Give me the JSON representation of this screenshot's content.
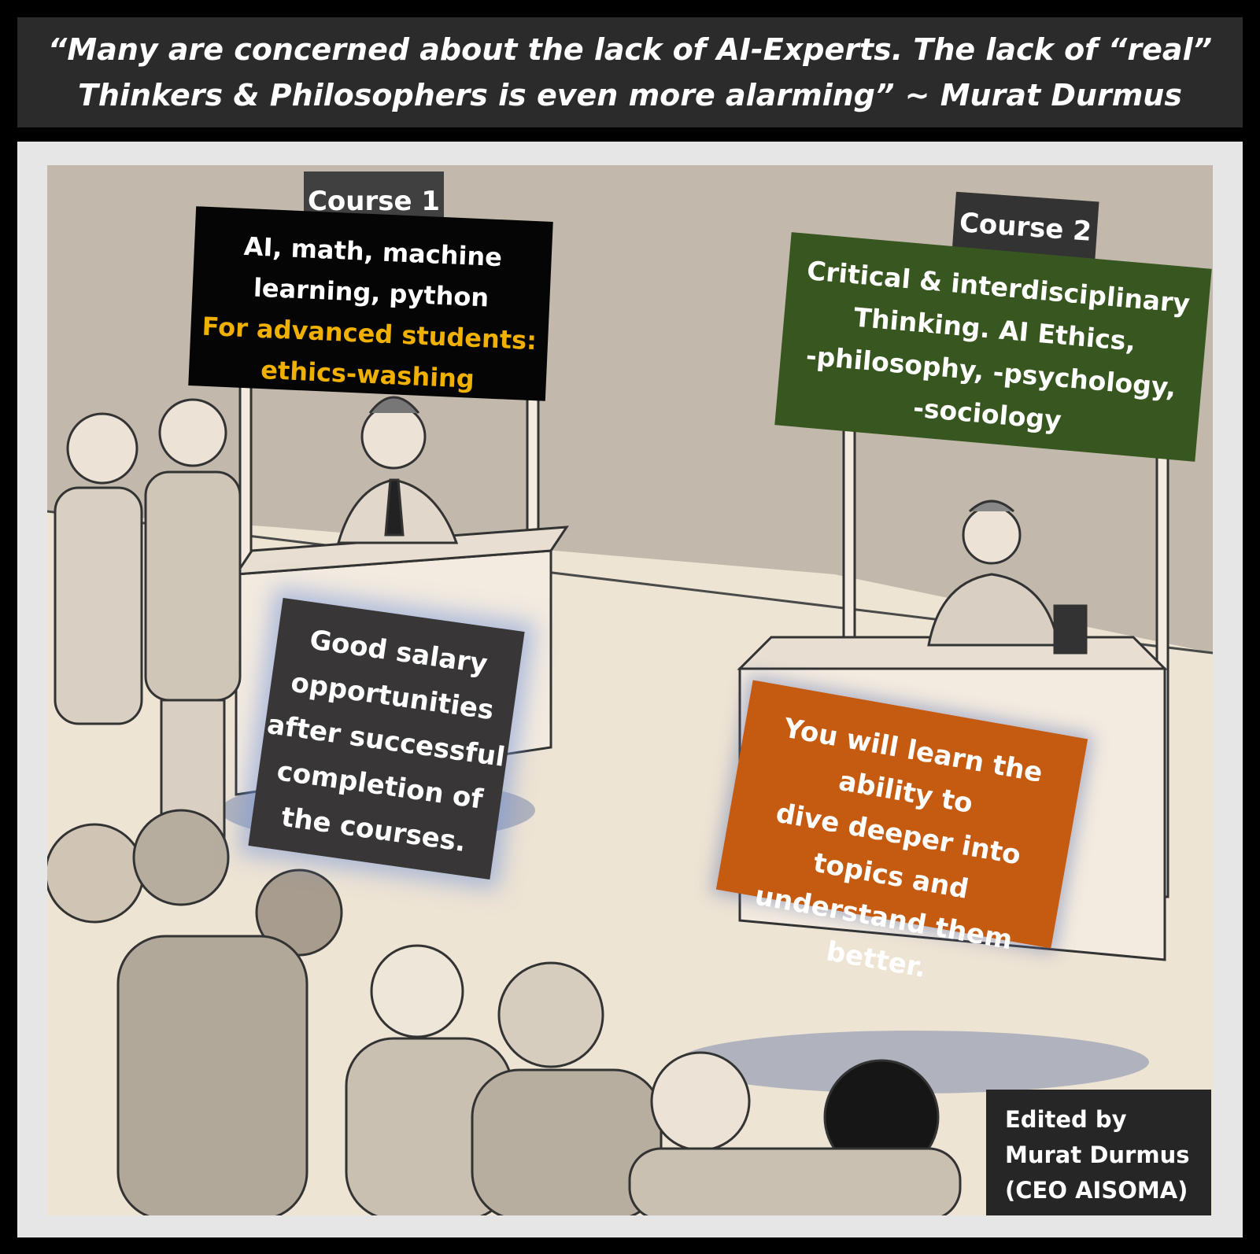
{
  "quote": {
    "line1": "“Many are concerned about the lack of AI-Experts. The lack of “real”",
    "line2": "Thinkers & Philosophers is even more alarming” ~ Murat Durmus"
  },
  "course1": {
    "tag": "Course 1",
    "lines": [
      "AI, math, machine",
      "learning, python"
    ],
    "advanced_lines": [
      "For advanced students:",
      "ethics-washing"
    ],
    "table_sign": [
      "Good salary",
      "opportunities",
      "after successful",
      "completion of",
      "the courses."
    ]
  },
  "course2": {
    "tag": "Course 2",
    "lines": [
      "Critical & interdisciplinary",
      "Thinking. AI Ethics,",
      "-philosophy, -psychology,",
      "-sociology"
    ],
    "table_sign": [
      "You will learn the ability to",
      "dive deeper into topics and",
      "understand them better."
    ]
  },
  "credit": {
    "lines": [
      "Edited by",
      "Murat Durmus",
      "(CEO AISOMA)"
    ]
  },
  "colors": {
    "course1_sign": "#050505",
    "course1_highlight": "#f0b000",
    "course2_sign": "#38561f",
    "salary_sign": "#383636",
    "learn_sign": "#c55a11",
    "quote_bar": "#2b2b2b",
    "credit_box": "#262626"
  },
  "illustration": {
    "description_icons": [
      "left-booth-icon",
      "right-booth-icon",
      "crowd-icon"
    ]
  }
}
